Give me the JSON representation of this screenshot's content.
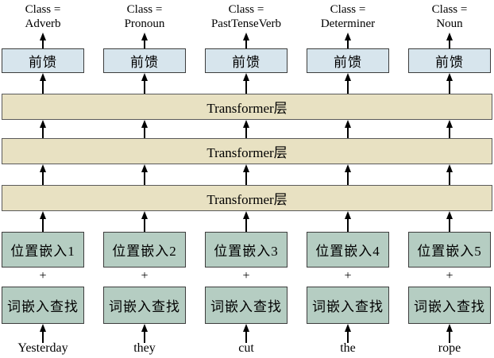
{
  "columns": [
    {
      "class_line1": "Class =",
      "class_line2": "Adverb",
      "feedforward": "前馈",
      "position_embedding": "位置嵌入1",
      "plus": "+",
      "word_lookup": "词嵌入查找",
      "word": "Yesterday"
    },
    {
      "class_line1": "Class =",
      "class_line2": "Pronoun",
      "feedforward": "前馈",
      "position_embedding": "位置嵌入2",
      "plus": "+",
      "word_lookup": "词嵌入查找",
      "word": "they"
    },
    {
      "class_line1": "Class =",
      "class_line2": "PastTenseVerb",
      "feedforward": "前馈",
      "position_embedding": "位置嵌入3",
      "plus": "+",
      "word_lookup": "词嵌入查找",
      "word": "cut"
    },
    {
      "class_line1": "Class =",
      "class_line2": "Determiner",
      "feedforward": "前馈",
      "position_embedding": "位置嵌入4",
      "plus": "+",
      "word_lookup": "词嵌入查找",
      "word": "the"
    },
    {
      "class_line1": "Class =",
      "class_line2": "Noun",
      "feedforward": "前馈",
      "position_embedding": "位置嵌入5",
      "plus": "+",
      "word_lookup": "词嵌入查找",
      "word": "rope"
    }
  ],
  "transformer_layers": [
    {
      "label": "Transformer层"
    },
    {
      "label": "Transformer层"
    },
    {
      "label": "Transformer层"
    }
  ],
  "colors": {
    "feedforward_fill": "#d7e5ed",
    "transformer_fill": "#e8e1c2",
    "embedding_fill": "#b5cdc2",
    "border": "#3d3d3d",
    "arrow": "#000000"
  }
}
